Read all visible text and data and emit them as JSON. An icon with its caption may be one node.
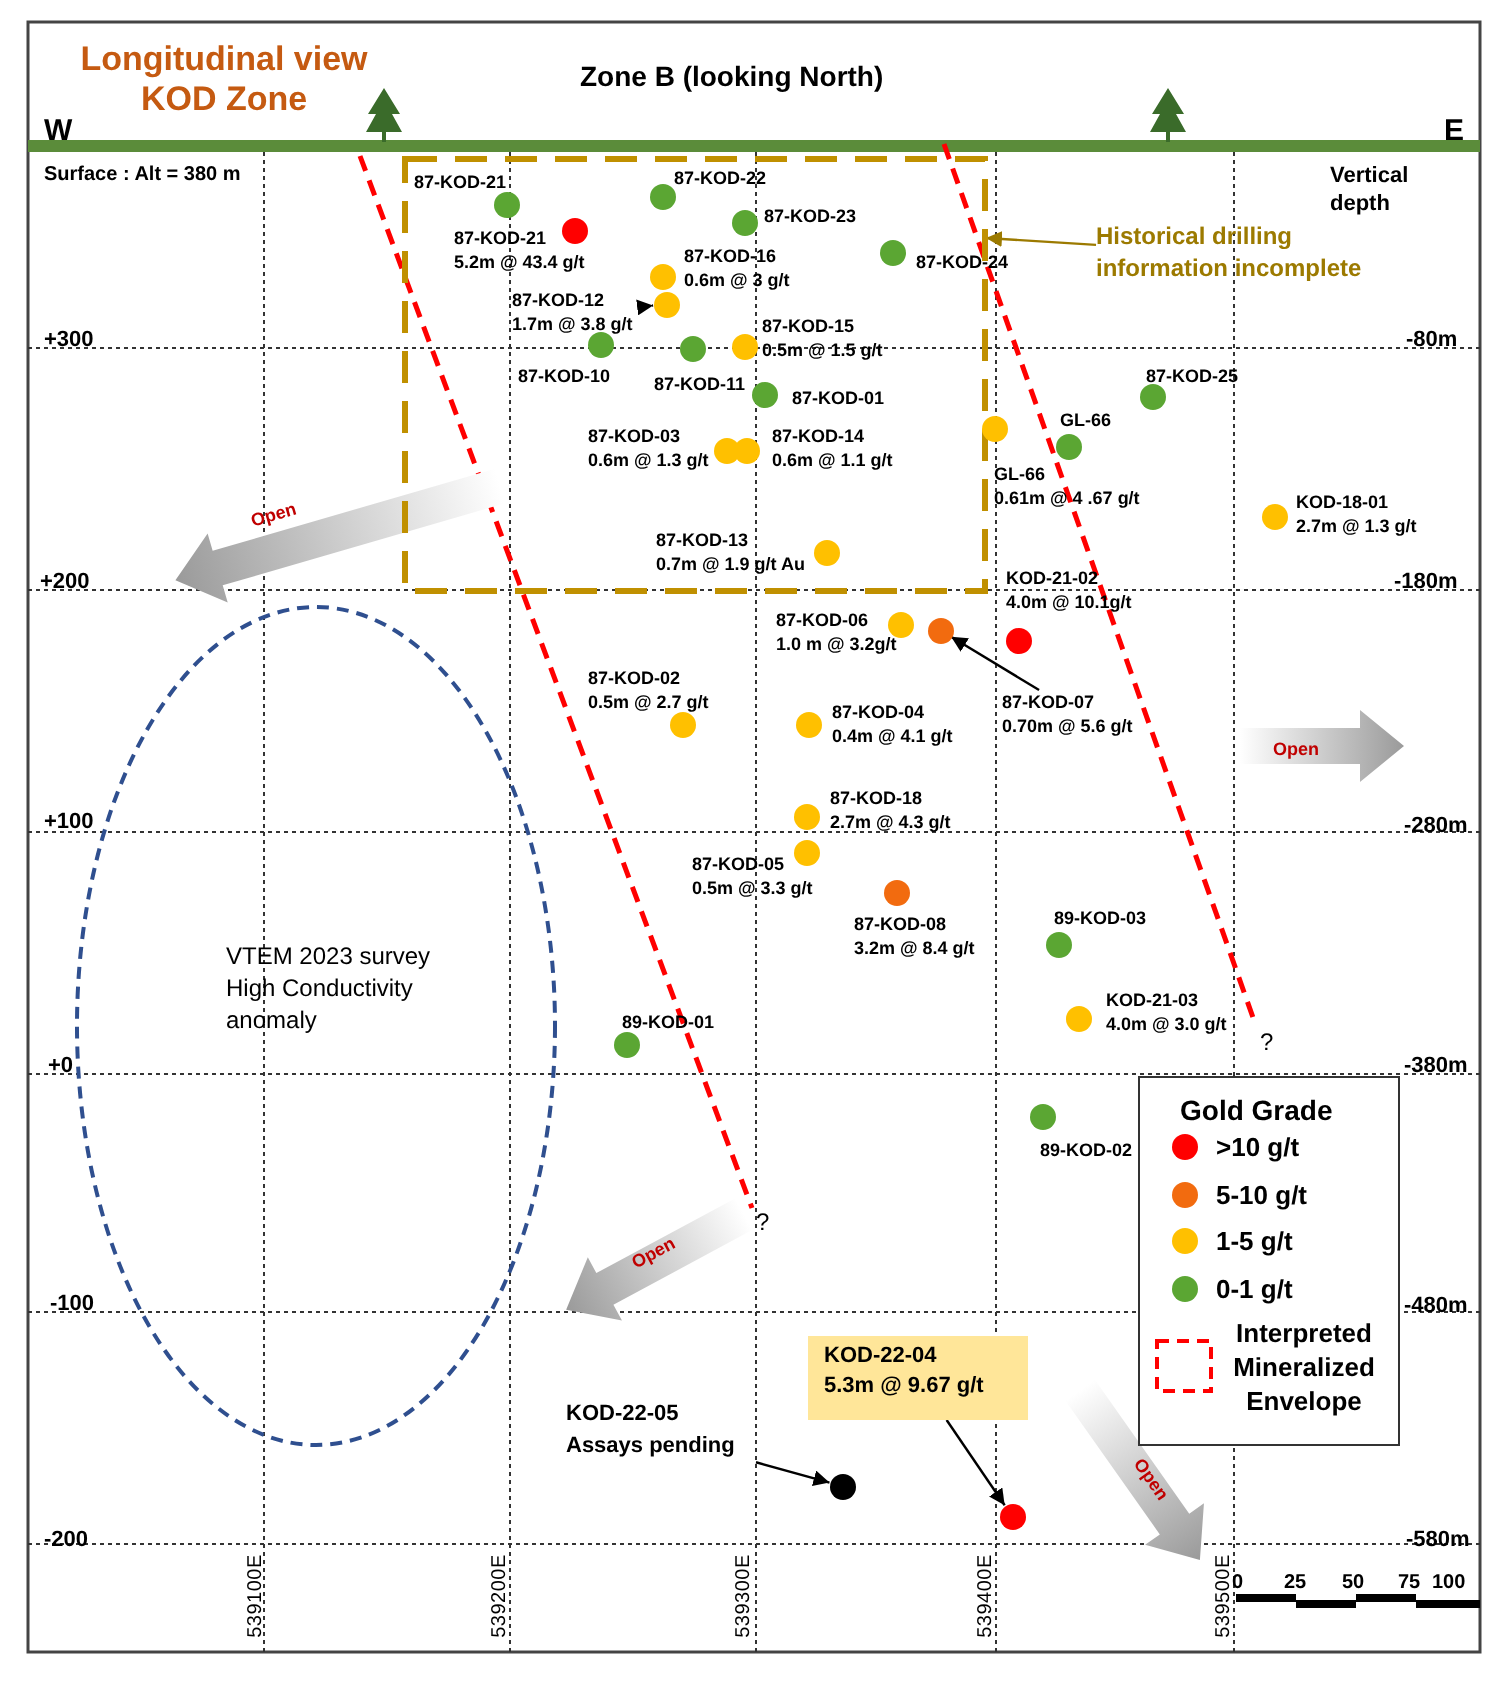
{
  "diagram": {
    "title": "Longitudinal view KOD Zone",
    "nodes": [
      {
        "text": [],
        "shape": "box"
      },
      {
        "text": [
          "Historical drilling information incomplete"
        ]
      },
      {
        "text": [],
        "shape": "circle",
        "in": 0,
        "beside": [
          "87-KOD-21"
        ]
      },
      {
        "text": [],
        "shape": "circle",
        "in": 0,
        "beside": [
          "87-KOD-22"
        ]
      },
      {
        "text": [],
        "shape": "circle",
        "in": 0,
        "beside": [
          "87-KOD-23"
        ]
      },
      {
        "text": [],
        "shape": "circle",
        "in": 0,
        "beside": [
          "87-KOD-21 5.2m @ 43.4 g/t"
        ]
      },
      {
        "text": [],
        "shape": "circle",
        "in": 0,
        "beside": [
          "87-KOD-24"
        ]
      },
      {
        "text": [],
        "shape": "circle",
        "in": 0,
        "beside": [
          "87-KOD-16 0.6m @ 3 g/t"
        ]
      },
      {
        "text": [
          "87-KOD-12 1.7m @ 3.8 g/t"
        ],
        "in": 0
      },
      {
        "text": [],
        "shape": "circle",
        "in": 0
      },
      {
        "text": [],
        "shape": "circle",
        "in": 0,
        "beside": [
          "87-KOD-10"
        ]
      },
      {
        "text": [],
        "shape": "circle",
        "in": 0,
        "beside": [
          "87-KOD-11"
        ]
      },
      {
        "text": [],
        "shape": "circle",
        "in": 0,
        "beside": [
          "87-KOD-15 0.5m @ 1.5 g/t"
        ]
      },
      {
        "text": [],
        "shape": "circle",
        "in": 0,
        "beside": [
          "87-KOD-01"
        ]
      },
      {
        "text": [],
        "shape": "circle",
        "beside": [
          "87-KOD-25"
        ]
      },
      {
        "text": [],
        "shape": "circle"
      },
      {
        "text": [],
        "shape": "circle",
        "beside": [
          "GL-66"
        ]
      },
      {
        "text": [],
        "shape": "circle",
        "in": 0,
        "beside": [
          "87-KOD-03 0.6m @ 1.3 g/t"
        ]
      },
      {
        "text": [],
        "shape": "circle",
        "in": 0,
        "beside": [
          "87-KOD-14 0.6m @ 1.1 g/t"
        ]
      },
      {
        "text": [],
        "shape": "circle",
        "beside": [
          "KOD-18-01 2.7m @ 1.3 g/t"
        ]
      },
      {
        "text": [],
        "shape": "circle",
        "in": 0,
        "beside": [
          "87-KOD-13 0.7m @ 1.9 g/t Au"
        ]
      },
      {
        "text": [],
        "shape": "circle",
        "beside": [
          "87-KOD-06 1.0 m @ 3.2g/t"
        ]
      },
      {
        "text": [],
        "shape": "circle"
      },
      {
        "text": [],
        "shape": "circle",
        "beside": [
          "KOD-21-02 4.0m @ 10.1g/t"
        ]
      },
      {
        "text": [
          "87-KOD-07 0.70m @ 5.6 g/t"
        ]
      },
      {
        "text": [],
        "shape": "circle",
        "beside": [
          "87-KOD-02 0.5m @ 2.7 g/t"
        ]
      },
      {
        "text": [],
        "shape": "circle",
        "beside": [
          "87-KOD-04 0.4m @ 4.1 g/t"
        ]
      },
      {
        "text": [],
        "shape": "circle",
        "beside": [
          "87-KOD-18 2.7m @ 4.3 g/t"
        ]
      },
      {
        "text": [],
        "shape": "circle",
        "beside": [
          "87-KOD-05 0.5m @ 3.3 g/t"
        ]
      },
      {
        "text": [],
        "shape": "circle",
        "beside": [
          "87-KOD-08 3.2m @ 8.4 g/t"
        ]
      },
      {
        "text": [],
        "shape": "circle",
        "beside": [
          "89-KOD-03"
        ]
      },
      {
        "text": [],
        "shape": "circle",
        "beside": [
          "KOD-21-03 4.0m @ 3.0 g/t"
        ]
      },
      {
        "text": [],
        "shape": "circle",
        "beside": [
          "89-KOD-01"
        ]
      },
      {
        "text": [],
        "shape": "circle",
        "beside": [
          "89-KOD-02"
        ]
      },
      {
        "text": [
          "VTEM 2023 survey High Conductivity anomaly"
        ]
      },
      {
        "text": [
          "KOD-22-04 5.3m @ 9.67 g/t"
        ]
      },
      {
        "text": [
          "KOD-22-05 Assays pending"
        ]
      },
      {
        "text": [],
        "shape": "circle"
      },
      {
        "text": [],
        "shape": "circle"
      }
    ],
    "edges": [
      {
        "from": 1,
        "to": 0,
        "arrow": "to",
        "color": "#9c7a00"
      },
      {
        "from": 8,
        "to": 9,
        "arrow": "to"
      },
      {
        "from": 24,
        "to": 22,
        "arrow": "to"
      },
      {
        "from": 35,
        "to": 38,
        "arrow": "to"
      },
      {
        "from": 36,
        "to": 37,
        "arrow": "to"
      }
    ],
    "labels": [
      "Zone B (looking North)",
      "W",
      "E",
      "Surface : Alt = 380 m",
      "Vertical depth",
      "+300",
      "-80m",
      "GL-66 0.61m @ 4 .67 g/t",
      "Open",
      "+200",
      "-180m",
      "Open",
      "+100",
      "-280m",
      "?",
      "+0",
      "-380m",
      "Gold Grade",
      "?",
      "Open",
      "-100",
      "-480m",
      "Open",
      "-200",
      "-580m",
      "539100E",
      "539200E",
      "539300E",
      "539400E",
      "539500E",
      "0",
      "25",
      "50",
      "75",
      "100"
    ],
    "legend": [
      {
        "text": ">10 g/t",
        "color": "#ff0000"
      },
      {
        "text": "5-10 g/t",
        "color": "#f26b0f"
      },
      {
        "text": "1-5 g/t",
        "color": "#ffc000"
      },
      {
        "text": "0-1 g/t",
        "color": "#5ba633"
      },
      {
        "text": "Interpreted Mineralized Envelope"
      }
    ]
  }
}
